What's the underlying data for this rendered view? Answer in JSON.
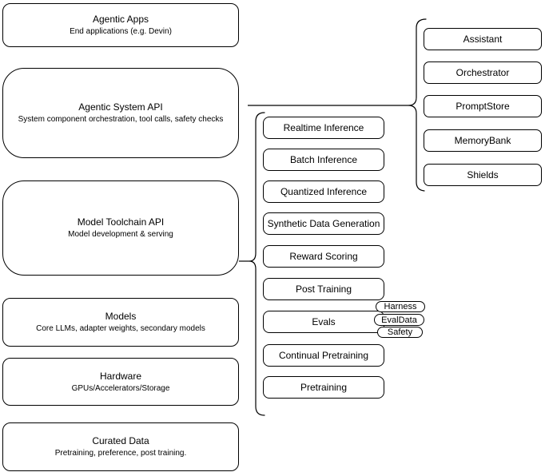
{
  "stack": {
    "items": [
      {
        "title": "Agentic Apps",
        "subtitle": "End applications (e.g. Devin)"
      },
      {
        "title": "Agentic System API",
        "subtitle": "System component orchestration, tool calls, safety checks"
      },
      {
        "title": "Model Toolchain API",
        "subtitle": "Model development & serving"
      },
      {
        "title": "Models",
        "subtitle": "Core LLMs, adapter weights, secondary models"
      },
      {
        "title": "Hardware",
        "subtitle": "GPUs/Accelerators/Storage"
      },
      {
        "title": "Curated Data",
        "subtitle": "Pretraining, preference, post training."
      }
    ]
  },
  "toolchain": {
    "items": [
      "Realtime Inference",
      "Batch Inference",
      "Quantized Inference",
      "Synthetic Data Generation",
      "Reward Scoring",
      "Post Training",
      "Evals",
      "Continual Pretraining",
      "Pretraining"
    ]
  },
  "eval_tags": [
    "Harness",
    "EvalData",
    "Safety"
  ],
  "system_components": [
    "Assistant",
    "Orchestrator",
    "PromptStore",
    "MemoryBank",
    "Shields"
  ],
  "colors": {
    "background": "#ffffff",
    "box_fill": "#ffffff",
    "box_border": "#000000",
    "connector": "#000000",
    "text": "#000000"
  }
}
